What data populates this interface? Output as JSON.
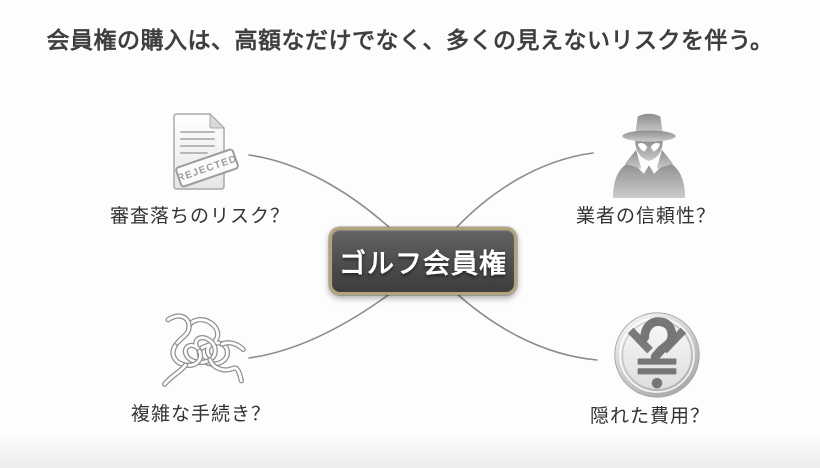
{
  "page": {
    "title": "会員権の購入は、高額なだけでなく、多くの見えないリスクを伴う。"
  },
  "center_node": {
    "label": "ゴルフ会員権",
    "border_color": "#b2a379",
    "background_top": "#646464",
    "background_bottom": "#3d3d3d",
    "text_color": "#ffffff"
  },
  "nodes": {
    "top_left": {
      "label": "審査落ちのリスク？",
      "icon": "rejected-document-icon",
      "stamp_text": "REJECTED"
    },
    "top_right": {
      "label": "業者の信頼性？",
      "icon": "spy-icon"
    },
    "bottom_left": {
      "label": "複雑な手続き？",
      "icon": "tangled-knot-icon"
    },
    "bottom_right": {
      "label": "隠れた費用？",
      "icon": "yen-question-coin-icon"
    }
  },
  "colors": {
    "connector": "#8c8c8c",
    "title_text": "#3f3f3f",
    "label_text": "#333333",
    "background": "#fdfdfd"
  }
}
